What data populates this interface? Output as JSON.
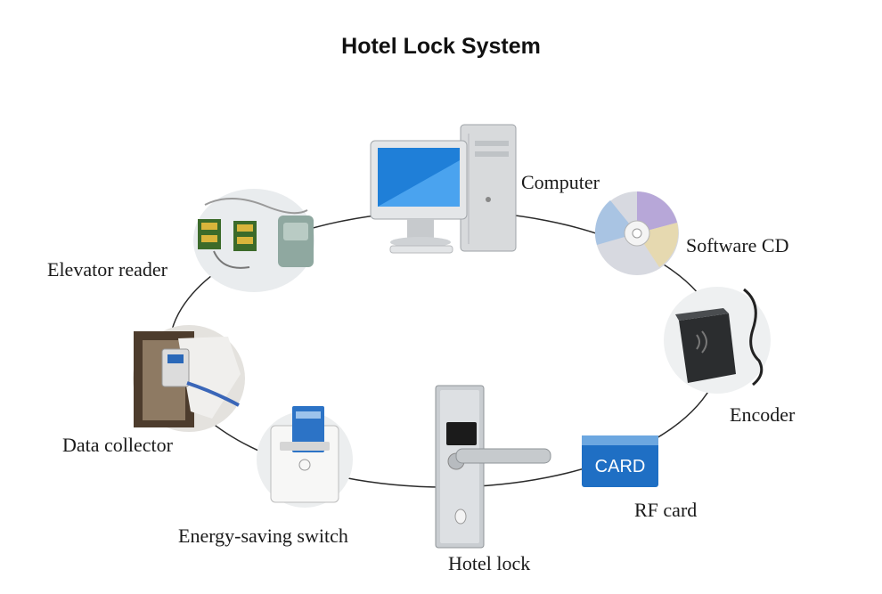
{
  "title": "Hotel Lock System",
  "nodes": {
    "computer": "Computer",
    "software_cd": "Software CD",
    "encoder": "Encoder",
    "rf_card": "RF card",
    "hotel_lock": "Hotel lock",
    "energy_saving_switch": "Energy-saving switch",
    "data_collector": "Data collector",
    "elevator_reader": "Elevator reader"
  },
  "card_text": "CARD",
  "colors": {
    "ring": "#2b2b2b",
    "card_blue": "#1f6fc4",
    "screen_blue": "#1f7fd8",
    "metal": "#c9cdd1"
  }
}
